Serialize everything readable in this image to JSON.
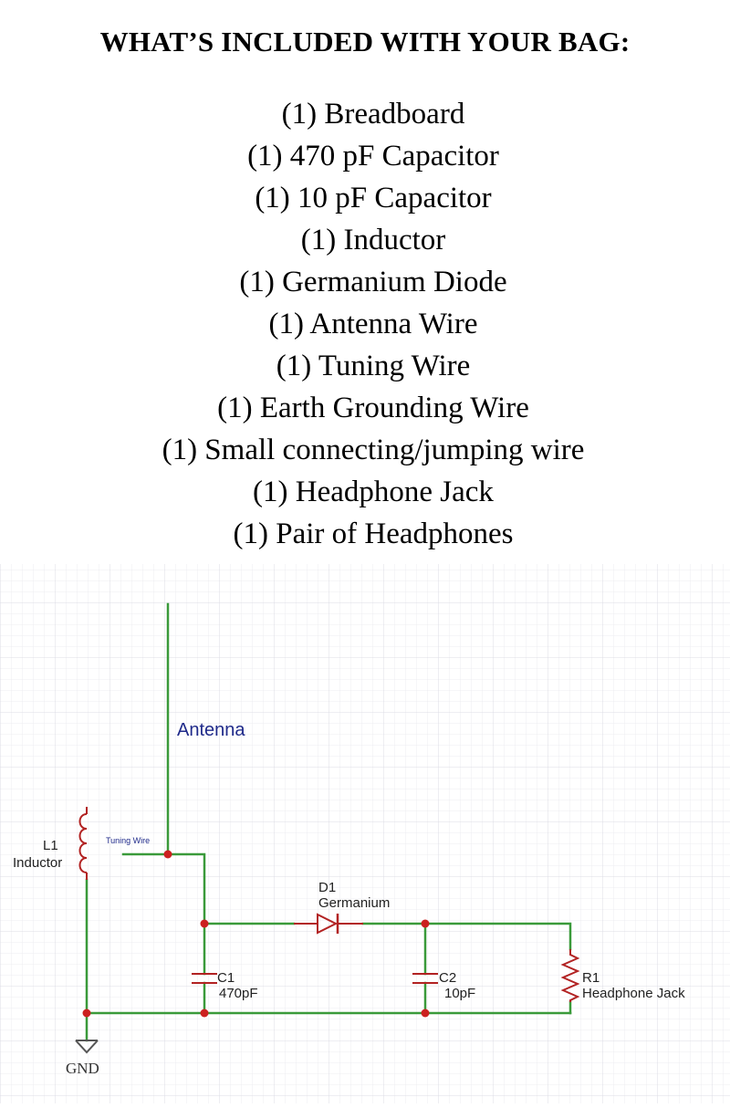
{
  "header": {
    "title": "WHAT’S INCLUDED WITH YOUR BAG:",
    "items": [
      "(1) Breadboard",
      "(1) 470 pF Capacitor",
      "(1) 10 pF Capacitor",
      "(1) Inductor",
      "(1) Germanium Diode",
      "(1) Antenna Wire",
      "(1) Tuning Wire",
      "(1) Earth Grounding Wire",
      "(1) Small connecting/jumping wire",
      "(1) Headphone Jack",
      "(1) Pair of Headphones"
    ]
  },
  "schematic": {
    "antenna_label": "Antenna",
    "tuning_wire_label": "Tuning Wire",
    "l1": {
      "ref": "L1",
      "value": "Inductor"
    },
    "d1": {
      "ref": "D1",
      "value": "Germanium"
    },
    "c1": {
      "ref": "C1",
      "value": "470pF"
    },
    "c2": {
      "ref": "C2",
      "value": "10pF"
    },
    "r1": {
      "ref": "R1",
      "value": "Headphone Jack"
    },
    "gnd_label": "GND",
    "colors": {
      "wire": "#3a9a3a",
      "component": "#b22222",
      "junction": "#cc2020",
      "label_blue": "#1f2a8a",
      "grid": "#e4e4ea"
    }
  }
}
